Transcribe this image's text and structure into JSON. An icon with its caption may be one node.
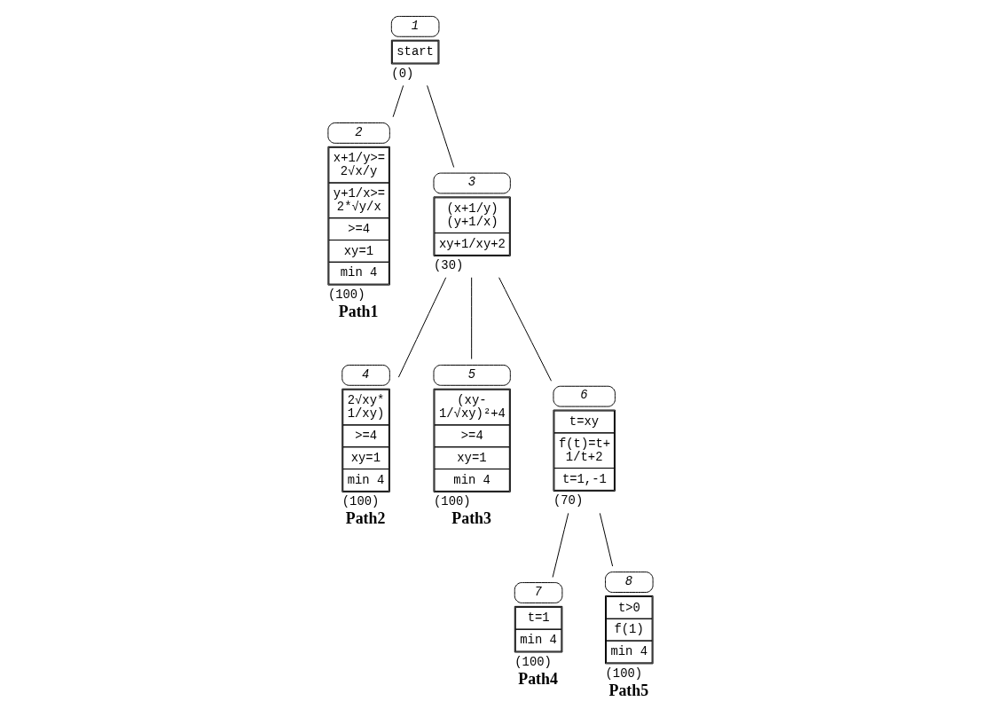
{
  "diagram": {
    "nodes": [
      {
        "text": [
          "start"
        ],
        "beside": [
          "1",
          "(0)"
        ]
      },
      {
        "text": [
          "x+1/y>= 2√x/y",
          "y+1/x>= 2*√y/x",
          ">=4",
          "xy=1",
          "min 4"
        ],
        "beside": [
          "2",
          "(100)",
          "Path1"
        ]
      },
      {
        "text": [
          "(x+1/y) (y+1/x)",
          "xy+1/xy+2"
        ],
        "beside": [
          "3",
          "(30)"
        ]
      },
      {
        "text": [
          "2√xy* 1/xy)",
          ">=4",
          "xy=1",
          "min 4"
        ],
        "beside": [
          "4",
          "(100)",
          "Path2"
        ]
      },
      {
        "text": [
          "(xy- 1/√xy)²+4",
          ">=4",
          "xy=1",
          "min 4"
        ],
        "beside": [
          "5",
          "(100)",
          "Path3"
        ]
      },
      {
        "text": [
          "t=xy",
          "f(t)=t+ 1/t+2",
          "t=1,-1"
        ],
        "beside": [
          "6",
          "(70)"
        ]
      },
      {
        "text": [
          "t=1",
          "min 4"
        ],
        "beside": [
          "7",
          "(100)",
          "Path4"
        ]
      },
      {
        "text": [
          "t>0",
          "f(1)",
          "min 4"
        ],
        "beside": [
          "8",
          "(100)",
          "Path5"
        ]
      }
    ],
    "edges": [
      {
        "from": 0,
        "to": 1,
        "arrow": "none"
      },
      {
        "from": 0,
        "to": 2,
        "arrow": "none"
      },
      {
        "from": 2,
        "to": 3,
        "arrow": "none"
      },
      {
        "from": 2,
        "to": 4,
        "arrow": "none"
      },
      {
        "from": 2,
        "to": 5,
        "arrow": "none"
      },
      {
        "from": 5,
        "to": 6,
        "arrow": "none"
      },
      {
        "from": 5,
        "to": 7,
        "arrow": "none"
      }
    ]
  }
}
